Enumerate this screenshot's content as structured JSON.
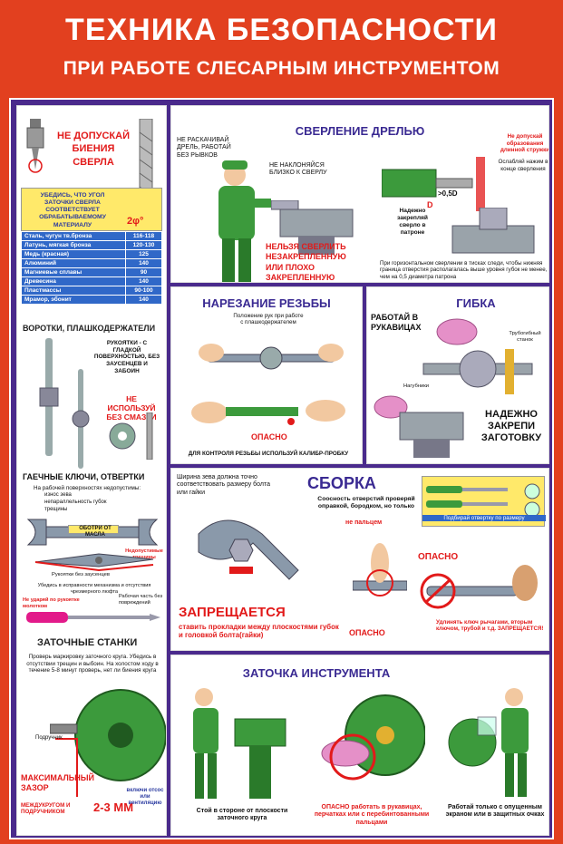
{
  "header": {
    "title_line1": "ТЕХНИКА БЕЗОПАСНОСТИ",
    "title_line2": "ПРИ РАБОТЕ СЛЕСАРНЫМ ИНСТРУМЕНТОМ"
  },
  "drill_runout": {
    "warning": "НЕ ДОПУСКАЙ БИЕНИЯ СВЕРЛА",
    "note": "УБЕДИСЬ, ЧТО УГОЛ ЗАТОЧКИ СВЕРЛА СООТВЕТСТВУЕТ ОБРАБАТЫВАЕМОМУ МАТЕРИАЛУ",
    "angle_label": "2φ°",
    "rows": [
      {
        "material": "Сталь, чугун тв.бронза",
        "value": "116-118"
      },
      {
        "material": "Латунь, мягкая бронза",
        "value": "120-130"
      },
      {
        "material": "Медь (красная)",
        "value": "125"
      },
      {
        "material": "Алюминий",
        "value": "140"
      },
      {
        "material": "Магниевые сплавы",
        "value": "90"
      },
      {
        "material": "Древесина",
        "value": "140"
      },
      {
        "material": "Пластмассы",
        "value": "90-100"
      },
      {
        "material": "Мрамор, эбонит",
        "value": "140"
      }
    ]
  },
  "wrenches_taps": {
    "title": "ВОРОТКИ, ПЛАШКОДЕРЖАТЕЛИ",
    "note": "РУКОЯТКИ - С ГЛАДКОЙ ПОВЕРХНОСТЬЮ, БЕЗ ЗАУСЕНЦЕВ И ЗАБОИН",
    "warning": "НЕ ИСПОЛЬЗУЙ БЕЗ СМАЗКИ"
  },
  "spanners": {
    "title": "ГАЕЧНЫЕ КЛЮЧИ, ОТВЕРТКИ",
    "intro": "На рабочей поверхностях недопустимы:",
    "items": [
      "износ зева",
      "непараллельность губок",
      "трещины"
    ],
    "clean_label": "ОБОТРИ ОТ МАСЛА",
    "cracks_label": "Недопустимые трещины",
    "burr_label": "Рукоятки без заусенцев",
    "check_note": "Убедись в исправности механизма и отсутствия чрезмерного люфта",
    "hammer_note": "Не ударяй по рукоятке молотком",
    "tip_note": "Рабочая часть без повреждений"
  },
  "grinders": {
    "title": "ЗАТОЧНЫЕ СТАНКИ",
    "note": "Проверь маркировку заточного круга. Убедись в отсутствии трещин и выбоин. На холостом ходу в течение 5-8 минут проверь, нет ли биения круга",
    "rest_label": "Подручник",
    "gap_label": "МАКСИМАЛЬНЫЙ ЗАЗОР",
    "gap_desc": "МЕЖДУКРУГОМ И ПОДРУЧНИКОМ",
    "gap_value": "2-3 ММ",
    "suction_label": "включи отсос или вентиляцию"
  },
  "drilling": {
    "title": "СВЕРЛЕНИЕ ДРЕЛЬЮ",
    "note1": "НЕ РАСКАЧИВАЙ ДРЕЛЬ, РАБОТАЙ БЕЗ РЫВКОВ",
    "note2": "НЕ НАКЛОНЯЙСЯ БЛИЗКО К СВЕРЛУ",
    "warning": "НЕЛЬЗЯ СВЕРЛИТЬ НЕЗАКРЕПЛЕННУЮ ИЛИ ПЛОХО ЗАКРЕПЛЕННУЮ ДЕТАЛЬ",
    "chip_warning": "Не допускай образования длинной стружки",
    "feed_note": "Ослабляй нажим в конце сверления",
    "gap": ">0,5D",
    "d_label": "D",
    "chuck_note": "Надежно закрепляй сверло в патроне",
    "vise_note": "При горизонтальном сверлении в тисках следи, чтобы нижняя граница отверстия располагалась выше уровня губок не менее, чем на 0,5 диаметра патрона"
  },
  "threading": {
    "title": "НАРЕЗАНИЕ РЕЗЬБЫ",
    "note": "Положение рук при работе с плашкодержателем",
    "danger": "ОПАСНО",
    "caliber_note": "ДЛЯ КОНТРОЛЯ РЕЗЬБЫ ИСПОЛЬЗУЙ КАЛИБР-ПРОБКУ"
  },
  "bending": {
    "title": "ГИБКА",
    "gloves": "РАБОТАЙ В РУКАВИЦАХ",
    "bender_label": "Трубогибный станок",
    "jaws_label": "Нагубники",
    "fix_note": "НАДЕЖНО ЗАКРЕПИ ЗАГОТОВКУ"
  },
  "assembly": {
    "title": "СБОРКА",
    "jaw_note": "Ширина зева должна точно соответствовать размеру болта или гайки",
    "align_note": "Соосность отверстий проверяй оправкой, бородком, но только",
    "align_red": "не пальцем",
    "screwdriver_note": "Подбирай отвертку по размеру",
    "danger1": "ОПАСНО",
    "danger2": "ОПАСНО",
    "forbidden": "ЗАПРЕЩАЕТСЯ",
    "forbidden_desc": "ставить прокладки между плоскостями губок и головкой болта(гайки)",
    "extend_note": "Удлинять ключ рычагами, вторым ключом, трубой и т.д. ЗАПРЕЩАЕТСЯ!"
  },
  "sharpening": {
    "title": "ЗАТОЧКА ИНСТРУМЕНТА",
    "cap1": "Стой в стороне от плоскости заточного круга",
    "cap2": "ОПАСНО работать в рукавицах, перчатках или с перебинтованными пальцами",
    "cap3": "Работай только с опущенным экраном или в защитных очках"
  },
  "colors": {
    "background": "#e2401f",
    "frame": "#4a2a8c",
    "title_text": "#3a2a92",
    "warning_red": "#e21a1a",
    "table_blue": "#3068c8",
    "yellow": "#ffe96a",
    "worker_green": "#3c9a3c"
  }
}
